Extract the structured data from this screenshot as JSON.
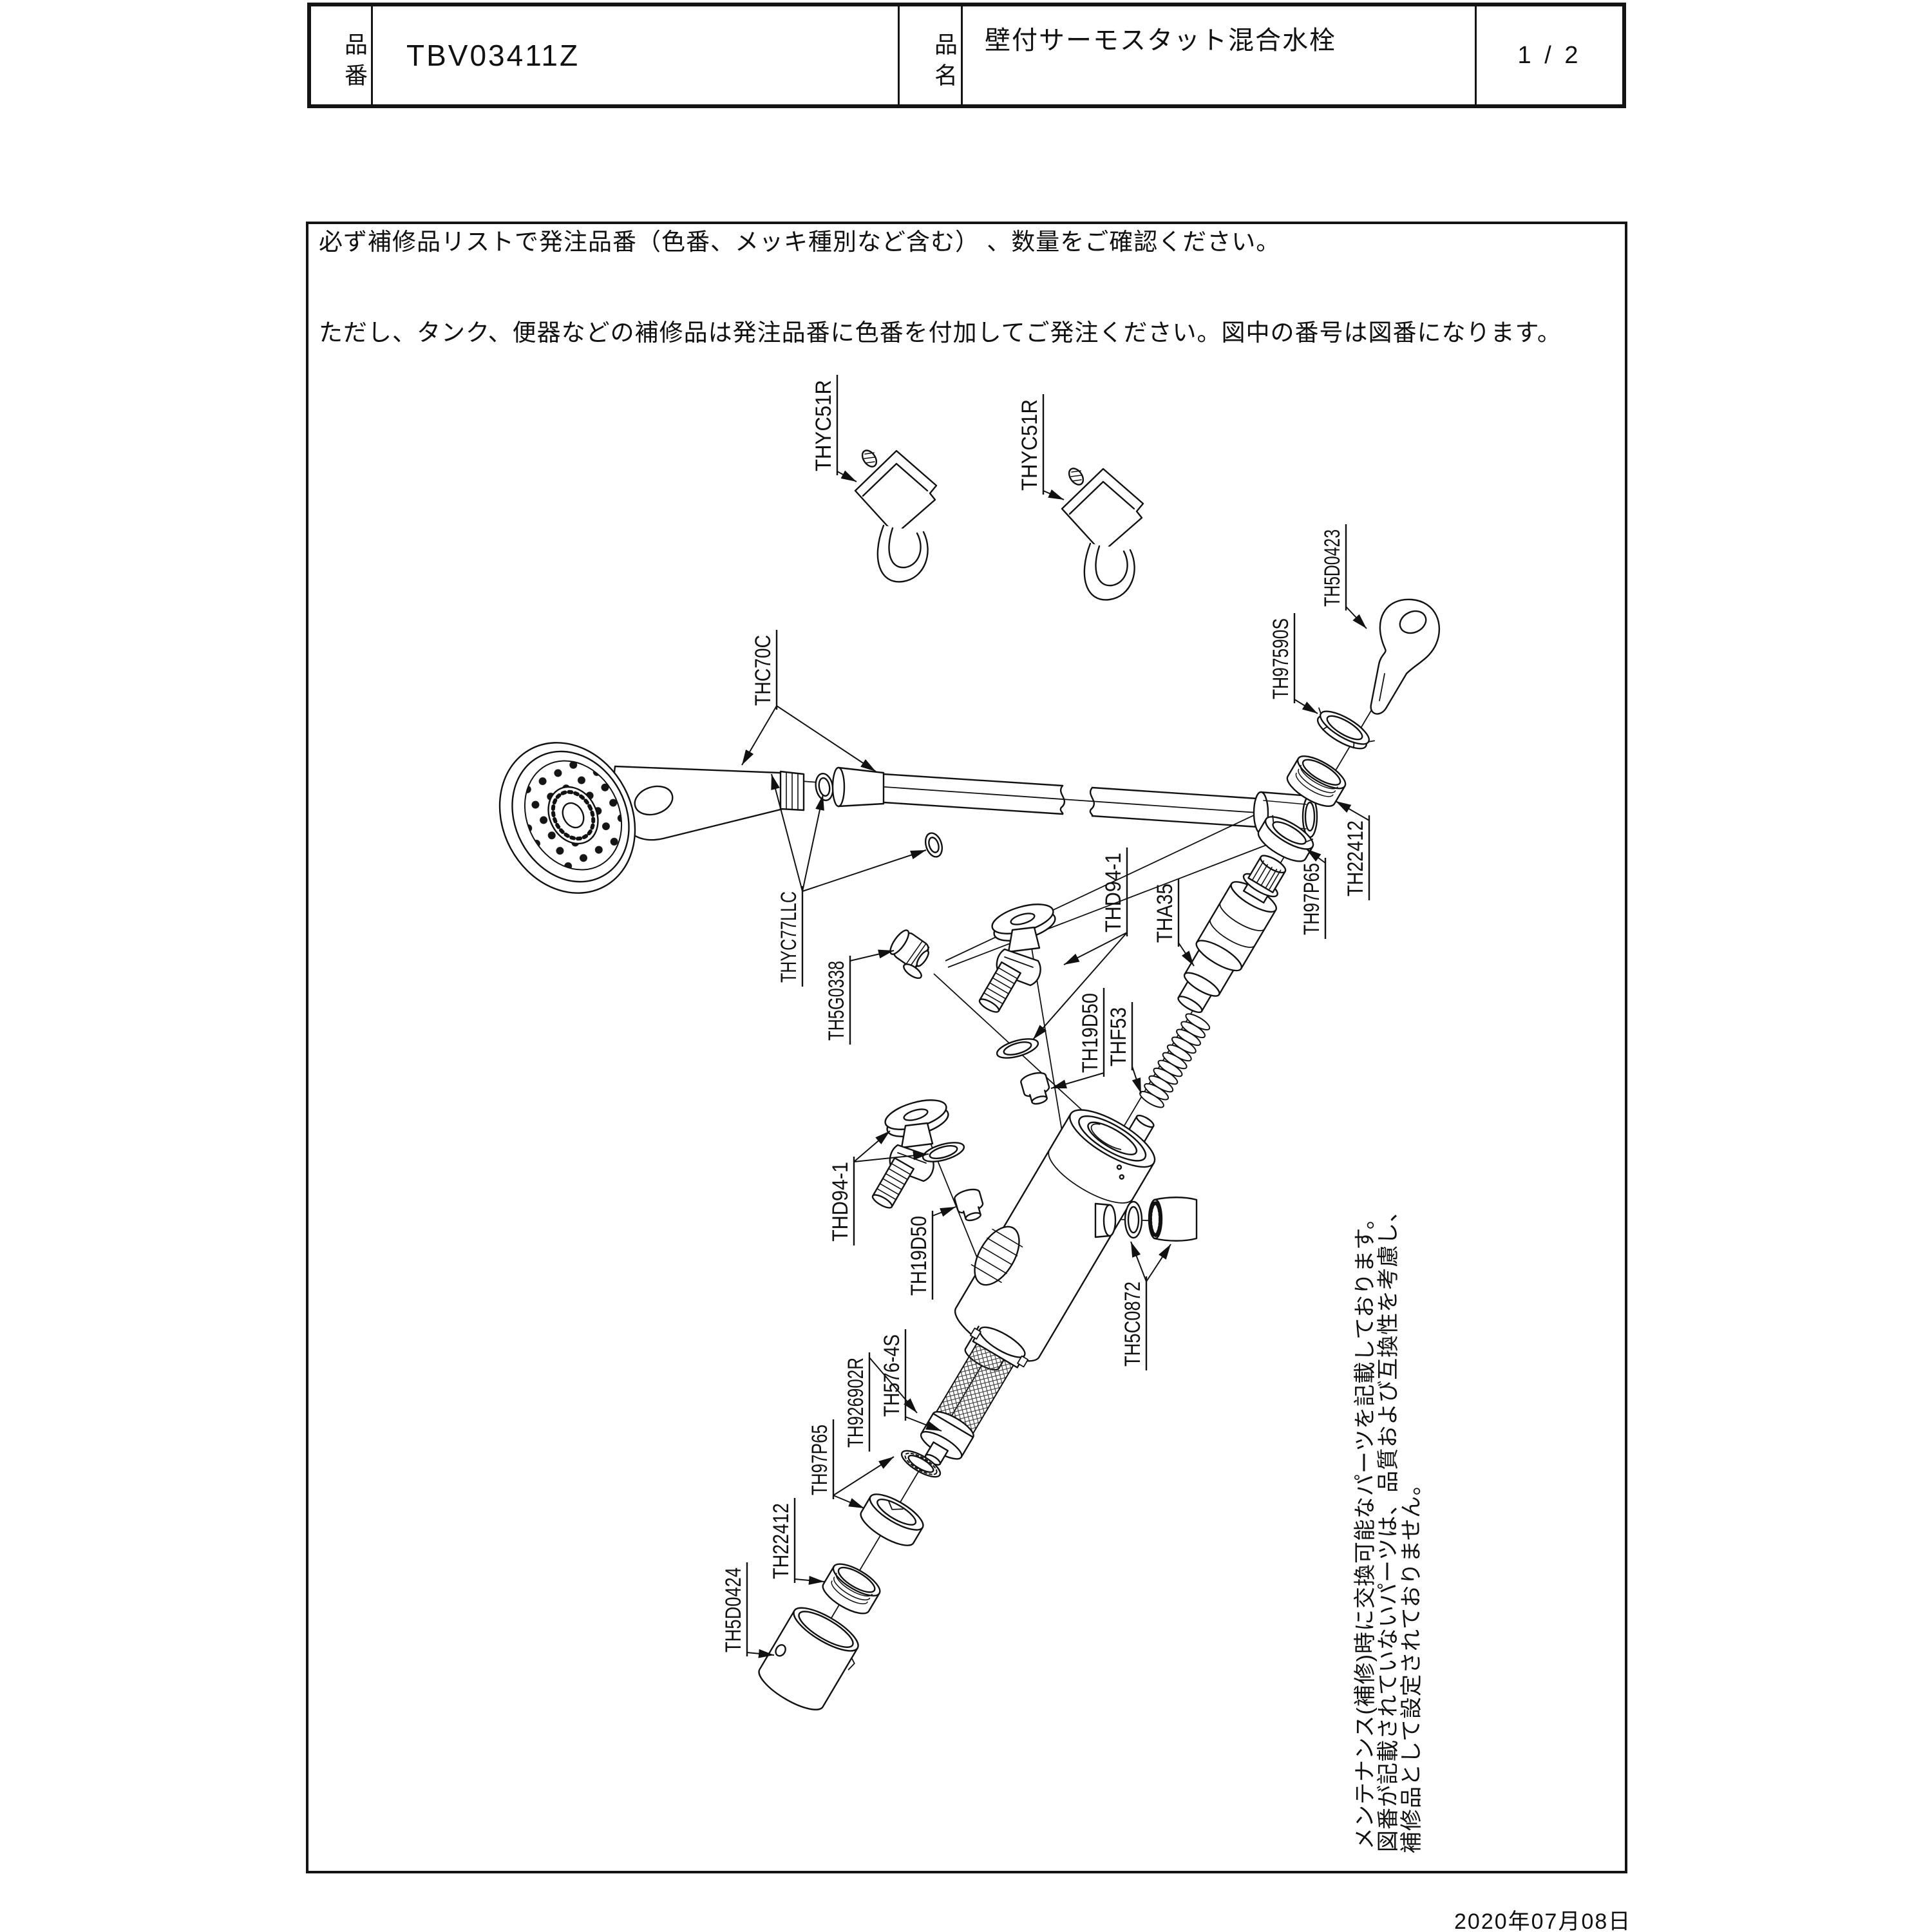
{
  "header": {
    "part_no_label": "品番",
    "part_no": "TBV03411Z",
    "name_label": "品名",
    "product_name": "壁付サーモスタット混合水栓",
    "page": "1 / 2"
  },
  "notes": {
    "line1": "必ず補修品リストで発注品番（色番、メッキ種別など含む） 、数量をご確認ください。",
    "line2": "ただし、タンク、便器などの補修品は発注品番に色番を付加してご発注ください。図中の番号は図番になります。"
  },
  "side_note": {
    "line1": "メンテナンス(補修)時に交換可能なパーツを記載しております。",
    "line2": "図番が記載されていないパーツは、品質および互換性を考慮し、",
    "line3": "補修品として設定されておりません。"
  },
  "date": "2020年07月08日",
  "diagram": {
    "labels": [
      {
        "id": "thyc51r-1",
        "text": "THYC51R",
        "ux": 1300,
        "yb": 732,
        "len": 142,
        "leaders": [
          [
            1300,
            732,
            1330,
            748
          ]
        ]
      },
      {
        "id": "thyc51r-2",
        "text": "THYC51R",
        "ux": 1620,
        "yb": 762,
        "len": 142,
        "leaders": [
          [
            1620,
            762,
            1652,
            776
          ]
        ]
      },
      {
        "id": "th5d0423",
        "text": "TH5D0423",
        "ux": 2090,
        "yb": 942,
        "len": 120,
        "leaders": [
          [
            2090,
            942,
            2122,
            976
          ]
        ]
      },
      {
        "id": "thc70c",
        "text": "THC70C",
        "ux": 1206,
        "yb": 1096,
        "len": 110,
        "leaders": [
          [
            1206,
            1096,
            1152,
            1188
          ],
          [
            1206,
            1096,
            1360,
            1198
          ]
        ]
      },
      {
        "id": "th97590s",
        "text": "TH97590S",
        "ux": 2010,
        "yb": 1086,
        "len": 126,
        "leaders": [
          [
            2010,
            1086,
            2046,
            1108
          ]
        ]
      },
      {
        "id": "th22412-1",
        "text": "TH22412",
        "ux": 2126,
        "yb": 1392,
        "len": 118,
        "leaders": [
          [
            2126,
            1274,
            2074,
            1244
          ]
        ]
      },
      {
        "id": "th97p65-1",
        "text": "TH97P65",
        "ux": 2058,
        "yb": 1452,
        "len": 112,
        "leaders": [
          [
            2058,
            1340,
            2028,
            1318
          ]
        ]
      },
      {
        "id": "tha35",
        "text": "THA35",
        "ux": 1830,
        "yb": 1464,
        "len": 92,
        "leaders": [
          [
            1830,
            1464,
            1854,
            1500
          ]
        ]
      },
      {
        "id": "thd94-1-1",
        "text": "THD94-1",
        "ux": 1750,
        "yb": 1448,
        "len": 124,
        "leaders": [
          [
            1750,
            1448,
            1652,
            1498
          ],
          [
            1750,
            1448,
            1604,
            1614
          ]
        ]
      },
      {
        "id": "th19d50-1",
        "text": "TH19D50",
        "ux": 1714,
        "yb": 1666,
        "len": 124,
        "leaders": [
          [
            1714,
            1666,
            1632,
            1690
          ]
        ]
      },
      {
        "id": "thf53",
        "text": "THF53",
        "ux": 1758,
        "yb": 1656,
        "len": 92,
        "leaders": [
          [
            1758,
            1656,
            1772,
            1698
          ]
        ]
      },
      {
        "id": "thyc77llc",
        "text": "THYC77LLC",
        "ux": 1246,
        "yb": 1526,
        "len": 142,
        "leaders": [
          [
            1246,
            1384,
            1198,
            1202
          ],
          [
            1246,
            1384,
            1278,
            1234
          ],
          [
            1246,
            1384,
            1438,
            1320
          ]
        ]
      },
      {
        "id": "th5g0338",
        "text": "TH5G0338",
        "ux": 1320,
        "yb": 1616,
        "len": 124,
        "leaders": [
          [
            1320,
            1492,
            1388,
            1476
          ]
        ]
      },
      {
        "id": "thd94-1-2",
        "text": "THD94-1",
        "ux": 1326,
        "yb": 1928,
        "len": 124,
        "leaders": [
          [
            1326,
            1804,
            1382,
            1756
          ],
          [
            1326,
            1804,
            1442,
            1792
          ]
        ]
      },
      {
        "id": "th19d50-2",
        "text": "TH19D50",
        "ux": 1448,
        "yb": 2012,
        "len": 124,
        "leaders": [
          [
            1448,
            1888,
            1484,
            1874
          ]
        ]
      },
      {
        "id": "th5c0872",
        "text": "TH5C0872",
        "ux": 1780,
        "yb": 2122,
        "len": 132,
        "leaders": [
          [
            1780,
            1990,
            1756,
            1928
          ],
          [
            1780,
            1990,
            1818,
            1932
          ]
        ]
      },
      {
        "id": "th576-4s",
        "text": "TH576-4S",
        "ux": 1406,
        "yb": 2200,
        "len": 128,
        "leaders": [
          [
            1406,
            2200,
            1462,
            2222
          ]
        ]
      },
      {
        "id": "th926902r",
        "text": "TH926902R",
        "ux": 1350,
        "yb": 2248,
        "len": 140,
        "leaders": [
          [
            1350,
            2108,
            1424,
            2194
          ]
        ]
      },
      {
        "id": "th97p65-2",
        "text": "TH97P65",
        "ux": 1294,
        "yb": 2322,
        "len": 110,
        "leaders": [
          [
            1294,
            2322,
            1388,
            2262
          ],
          [
            1294,
            2322,
            1342,
            2342
          ]
        ]
      },
      {
        "id": "th22412-2",
        "text": "TH22412",
        "ux": 1234,
        "yb": 2452,
        "len": 118,
        "leaders": [
          [
            1234,
            2452,
            1280,
            2456
          ]
        ]
      },
      {
        "id": "th5d0424",
        "text": "TH5D0424",
        "ux": 1160,
        "yb": 2566,
        "len": 132,
        "leaders": [
          [
            1160,
            2566,
            1202,
            2570
          ]
        ]
      }
    ]
  }
}
